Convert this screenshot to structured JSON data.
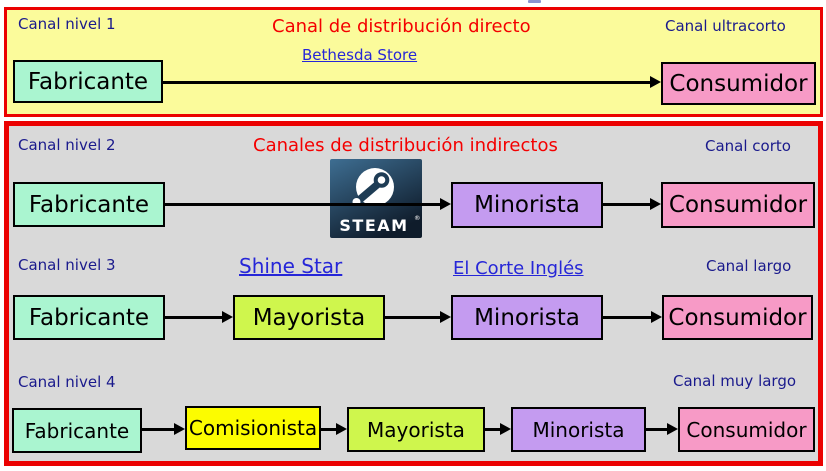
{
  "colors": {
    "section_direct_bg": "#FBFB9B",
    "section_indirect_bg": "#D9D9D9",
    "section_border_red": "#EB0101",
    "producer_fill": "#AAF5D0",
    "consumer_fill": "#F79AC6",
    "retailer_fill": "#C49BF0",
    "wholesaler_fill": "#CFF64D",
    "agent_fill": "#FCFC00",
    "label_navy": "#1A1A8C",
    "title_red": "#F40000",
    "link_blue": "#2626D8",
    "steam_bg_top": "#3E6E92",
    "steam_bg_bottom": "#0F1C2B"
  },
  "row1": {
    "level": "Canal nivel 1",
    "title": "Canal de distribución directo",
    "link": "Bethesda Store",
    "channel": "Canal ultracorto",
    "producer": "Fabricante",
    "consumer": "Consumidor"
  },
  "row2": {
    "level": "Canal nivel 2",
    "title": "Canales de distribución indirectos",
    "channel": "Canal corto",
    "producer": "Fabricante",
    "retailer": "Minorista",
    "consumer": "Consumidor",
    "steam_brand": "STEAM",
    "steam_reg": "®"
  },
  "row3": {
    "level": "Canal nivel 3",
    "link_wholesaler": "Shine Star",
    "link_retailer": "El Corte Inglés",
    "channel": "Canal largo",
    "producer": "Fabricante",
    "wholesaler": "Mayorista",
    "retailer": "Minorista",
    "consumer": "Consumidor"
  },
  "row4": {
    "level": "Canal nivel 4",
    "channel": "Canal muy largo",
    "producer": "Fabricante",
    "agent": "Comisionista",
    "wholesaler": "Mayorista",
    "retailer": "Minorista",
    "consumer": "Consumidor"
  }
}
